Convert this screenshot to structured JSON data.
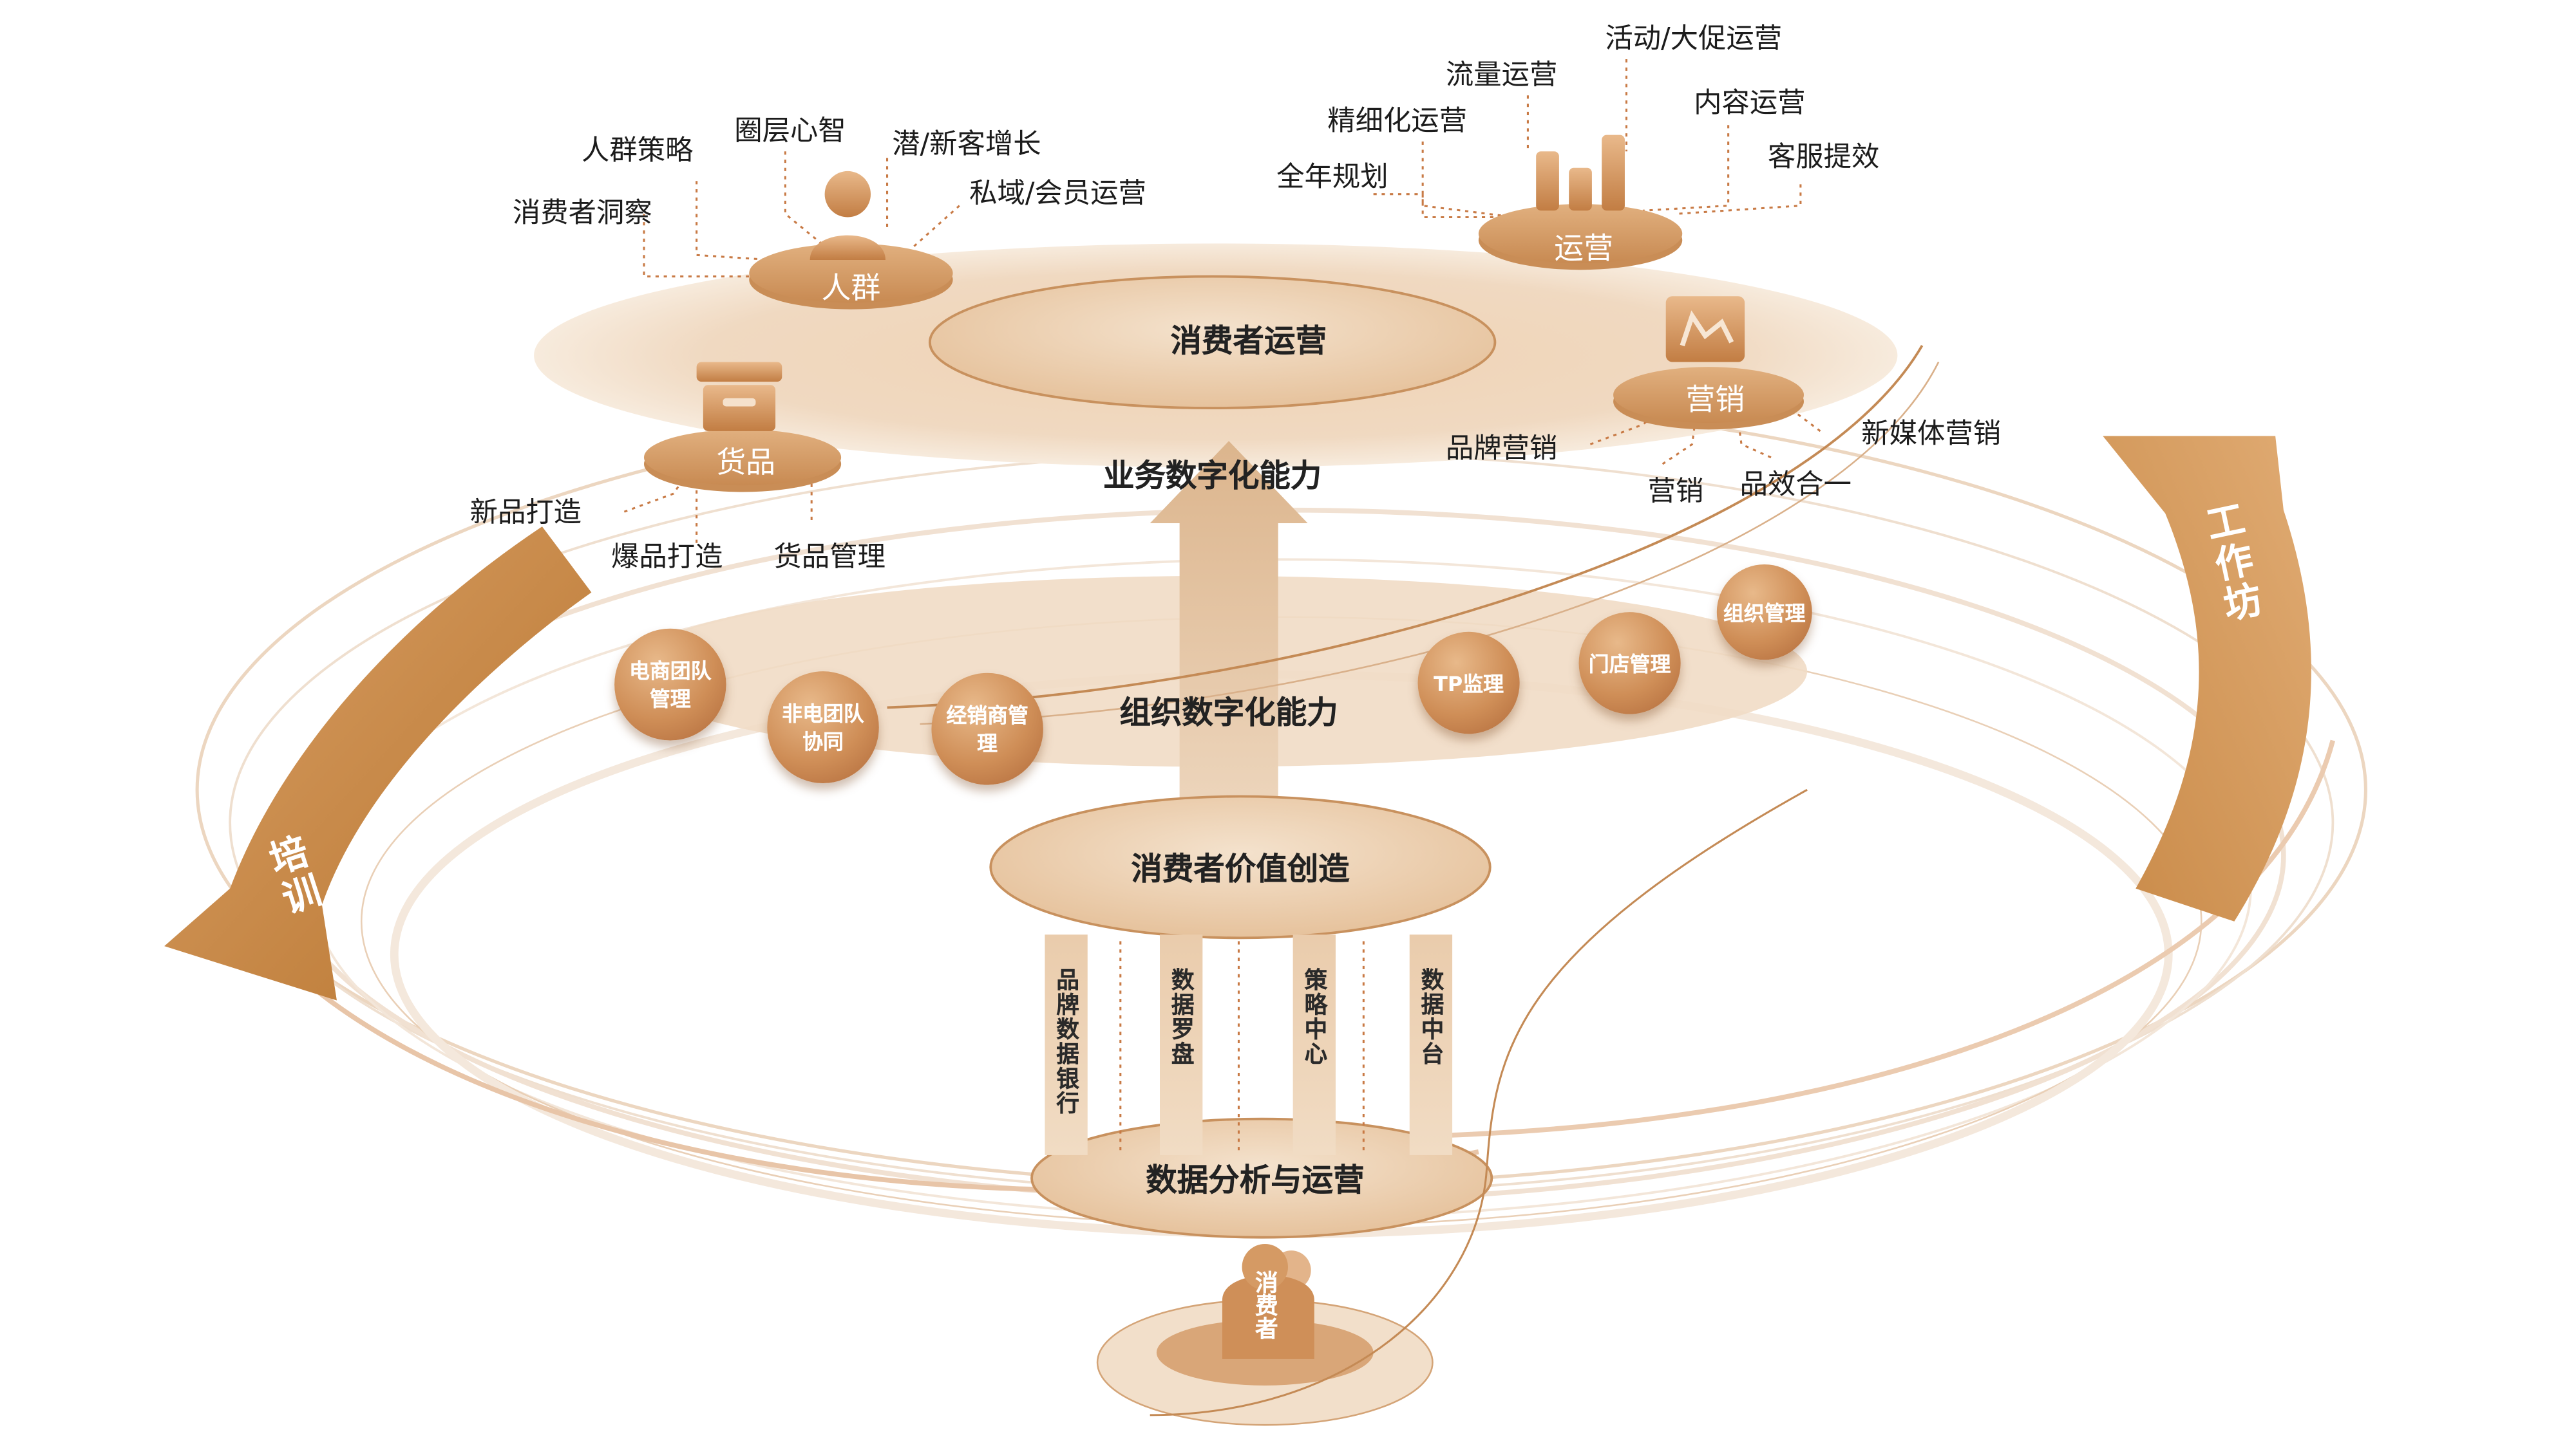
{
  "layers": {
    "consumer_ops": "消费者运营",
    "business_capability": "业务数字化能力",
    "org_capability": "组织数字化能力",
    "value_creation": "消费者价值创造",
    "data_analysis": "数据分析与运营"
  },
  "pillars": [
    "品牌数据银行",
    "数据罗盘",
    "策略中心",
    "数据中台"
  ],
  "consumer_label": "消费者",
  "loop": {
    "left": "培训",
    "right": "工作坊"
  },
  "pedestals": {
    "people": "人群",
    "operations": "运营",
    "goods": "货品",
    "marketing": "营销"
  },
  "people_items": [
    "消费者洞察",
    "人群策略",
    "圈层心智",
    "潜/新客增长",
    "私域/会员运营"
  ],
  "ops_items": [
    "全年规划",
    "精细化运营",
    "流量运营",
    "活动/大促运营",
    "内容运营",
    "客服提效"
  ],
  "goods_items": [
    "新品打造",
    "爆品打造",
    "货品管理"
  ],
  "marketing_items": [
    "品牌营销",
    "营销",
    "品效合一",
    "新媒体营销"
  ],
  "org_bubbles": [
    "电商团队管理",
    "非电团队协同",
    "经销商管理",
    "TP监理",
    "门店管理",
    "组织管理"
  ],
  "colors": {
    "accent": "#c9874f",
    "light": "#ecd2b4",
    "dark": "#a8662f"
  }
}
